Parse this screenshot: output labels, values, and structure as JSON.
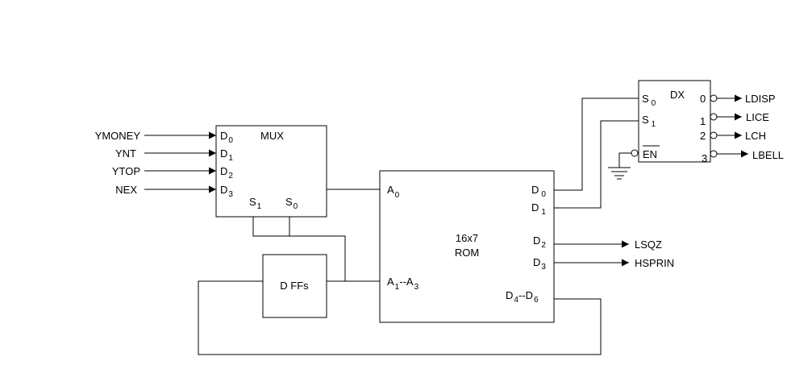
{
  "inputs": {
    "ymoney": "YMONEY",
    "ynt": "YNT",
    "ytop": "YTOP",
    "nex": "NEX"
  },
  "mux": {
    "title": "MUX",
    "d_letter": "D",
    "d0_sub": "0",
    "d1_sub": "1",
    "d2_sub": "2",
    "d3_sub": "3",
    "s_letter": "S",
    "s1_sub": "1",
    "s0_sub": "0"
  },
  "dffs": {
    "title": "D FFs"
  },
  "rom": {
    "size": "16x7",
    "title": "ROM",
    "a_letter": "A",
    "a0_sub": "0",
    "a1_sub": "1",
    "a_range_sep": "--",
    "a3_sub": "3",
    "d_letter": "D",
    "d0_sub": "0",
    "d1_sub": "1",
    "d2_sub": "2",
    "d3_sub": "3",
    "d4_sub": "4",
    "d_range_sep": "--",
    "d6_sub": "6"
  },
  "dx": {
    "title": "DX",
    "s_letter": "S",
    "s0_sub": "0",
    "s1_sub": "1",
    "en": "EN",
    "out0": "0",
    "out1": "1",
    "out2": "2",
    "out3": "3"
  },
  "outputs": {
    "ldisp": "LDISP",
    "lice": "LICE",
    "lch": "LCH",
    "lbell": "LBELL",
    "lsqz": "LSQZ",
    "hsprin": "HSPRIN"
  }
}
